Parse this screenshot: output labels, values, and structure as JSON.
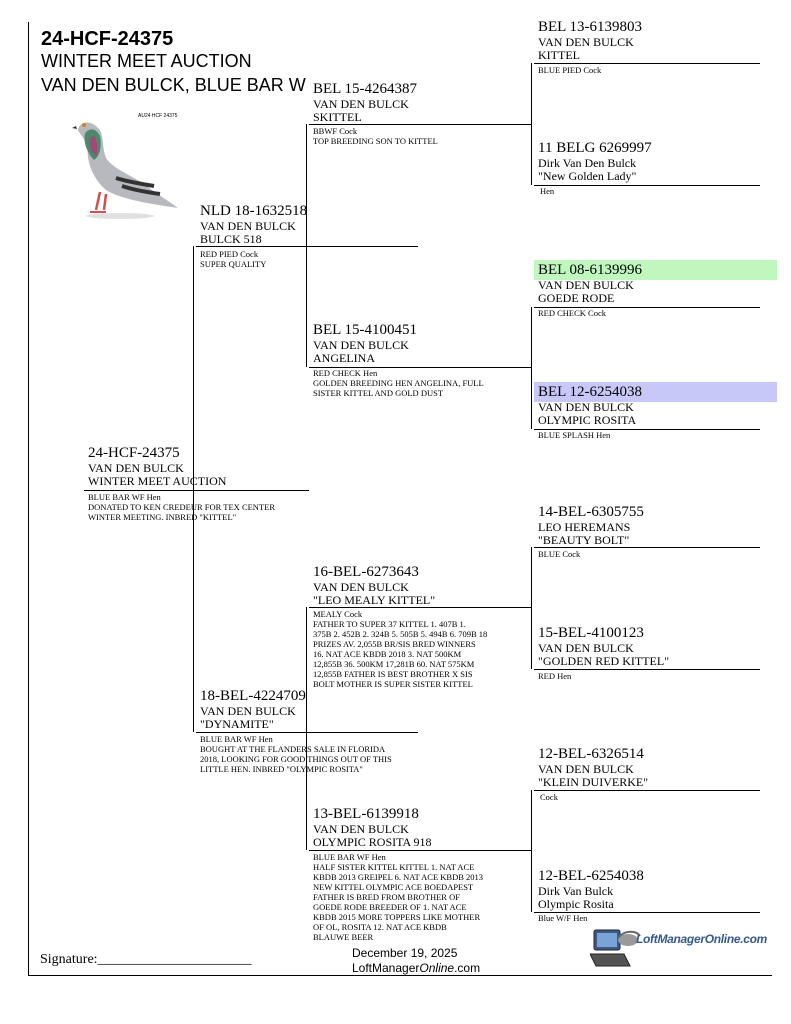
{
  "header": {
    "ring": "24-HCF-24375",
    "subtitle": "WINTER MEET AUCTION",
    "breed": "VAN DEN BULCK, BLUE BAR W",
    "photo_caption": "AU24 HCF 24375"
  },
  "subject": {
    "ring": "24-HCF-24375",
    "breeder": "VAN DEN BULCK",
    "name": "WINTER MEET AUCTION",
    "desc": "BLUE BAR WF Hen\nDONATED TO KEN CREDEUR FOR TEX CENTER\nWINTER MEETING. INBRED \"KITTEL\""
  },
  "sire": {
    "ring": "NLD 18-1632518",
    "breeder": "VAN DEN BULCK",
    "name": "BULCK 518",
    "desc": "RED PIED Cock\nSUPER QUALITY"
  },
  "dam": {
    "ring": "18-BEL-4224709",
    "breeder": "VAN DEN BULCK",
    "name": "\"DYNAMITE\"",
    "desc": "BLUE BAR WF Hen\nBOUGHT AT THE FLANDERS SALE IN FLORIDA\n2018, LOOKING FOR GOOD THINGS OUT OF THIS\nLITTLE HEN. INBRED \"OLYMPIC ROSITA\""
  },
  "ss": {
    "ring": "BEL 15-4264387",
    "breeder": "VAN DEN BULCK",
    "name": "SKITTEL",
    "desc": "BBWF Cock\nTOP BREEDING SON TO KITTEL"
  },
  "sd": {
    "ring": "BEL 15-4100451",
    "breeder": "VAN DEN BULCK",
    "name": "ANGELINA",
    "desc": "RED CHECK Hen\nGOLDEN BREEDING HEN ANGELINA, FULL\nSISTER KITTEL AND GOLD DUST"
  },
  "ds": {
    "ring": "16-BEL-6273643",
    "breeder": "VAN DEN BULCK",
    "name": "\"LEO MEALY KITTEL\"",
    "desc": "MEALY  Cock\nFATHER TO SUPER 37 KITTEL 1. 407B 1.\n375B 2. 452B 2. 324B 5. 505B 5. 494B 6. 709B 18\nPRIZES AV. 2,055B BR/SIS BRED WINNERS\n16. NAT ACE KBDB 2018 3. NAT 500KM\n12,855B 36. 500KM 17,281B 60. NAT 575KM\n12,855B FATHER IS BEST BROTHER X SIS\nBOLT MOTHER IS SUPER SISTER KITTEL"
  },
  "dd": {
    "ring": "13-BEL-6139918",
    "breeder": "VAN DEN BULCK",
    "name": "OLYMPIC ROSITA 918",
    "desc": "BLUE BAR WF Hen\nHALF SISTER KITTEL KITTEL 1. NAT ACE\nKBDB 2013 GREIPEL 6. NAT ACE KBDB 2013\nNEW KITTEL OLYMPIC ACE BOEDAPEST\nFATHER IS BRED FROM BROTHER OF\nGOEDE RODE BREEDER OF 1. NAT ACE\nKBDB 2015 MORE TOPPERS LIKE MOTHER\nOF OL, ROSITA 12. NAT ACE KBDB\nBLAUWE BEER"
  },
  "sss": {
    "ring": "BEL 13-6139803",
    "breeder": "VAN DEN BULCK",
    "name": "KITTEL",
    "desc": "BLUE PIED Cock"
  },
  "ssd": {
    "ring": "11 BELG 6269997",
    "breeder": "Dirk Van Den Bulck",
    "name": "\"New Golden Lady\"",
    "desc": "Hen"
  },
  "sds": {
    "ring": "BEL 08-6139996",
    "breeder": "VAN DEN BULCK",
    "name": "GOEDE RODE",
    "desc": "RED CHECK Cock"
  },
  "sdd": {
    "ring": "BEL 12-6254038",
    "breeder": "VAN DEN BULCK",
    "name": "OLYMPIC ROSITA",
    "desc": "BLUE SPLASH Hen"
  },
  "dss": {
    "ring": "14-BEL-6305755",
    "breeder": "LEO HEREMANS",
    "name": "\"BEAUTY BOLT\"",
    "desc": "BLUE Cock"
  },
  "dsd": {
    "ring": "15-BEL-4100123",
    "breeder": "VAN DEN BULCK",
    "name": "\"GOLDEN RED KITTEL\"",
    "desc": "RED Hen"
  },
  "dds": {
    "ring": "12-BEL-6326514",
    "breeder": "VAN DEN BULCK",
    "name": "\"KLEIN DUIVERKE\"",
    "desc": "Cock"
  },
  "ddd": {
    "ring": "12-BEL-6254038",
    "breeder": "Dirk Van Bulck",
    "name": "Olympic Rosita",
    "desc": "Blue W/F Hen"
  },
  "footer": {
    "signature_label": "Signature:______________________",
    "date": "December 19, 2025",
    "site_prefix": "LoftManager",
    "site_italic": "Online",
    "site_suffix": ".com",
    "logo_text": "LoftManagerOnline.com"
  },
  "colors": {
    "highlight_green": "#bff7bf",
    "highlight_blue": "#c8c8f8"
  }
}
